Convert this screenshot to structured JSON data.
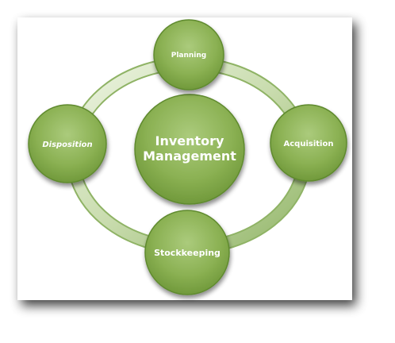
{
  "diagram": {
    "center": {
      "line1": "Inventory",
      "line2": "Management"
    },
    "nodes": {
      "top": "Planning",
      "right": "Acquisition",
      "bottom": "Stockkeeping",
      "left": "Disposition"
    }
  },
  "colors": {
    "node_light": "#a9c97a",
    "node_mid": "#86ad4f",
    "node_dark": "#5f8a2e",
    "ring_light": "#e6efd6",
    "ring_dark": "#9fbe7a",
    "text": "#ffffff"
  }
}
